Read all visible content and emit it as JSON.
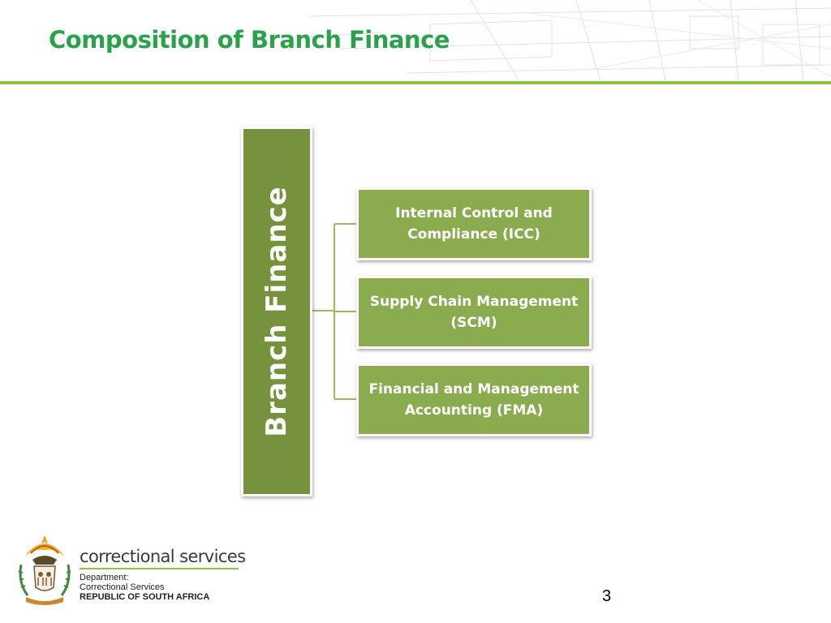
{
  "slide": {
    "title": "Composition of Branch Finance",
    "page_number": "3"
  },
  "diagram": {
    "root": {
      "label": "Branch Finance"
    },
    "children": [
      {
        "label": "Internal Control and Compliance (ICC)"
      },
      {
        "label": "Supply Chain Management (SCM)"
      },
      {
        "label": "Financial and Management Accounting (FMA)"
      }
    ]
  },
  "footer": {
    "brand_name": "correctional services",
    "department_label": "Department:",
    "department_name": "Correctional Services",
    "country": "REPUBLIC OF SOUTH AFRICA"
  },
  "colors": {
    "title": "#2aa24a",
    "accent_rule": "#8cc43e",
    "root_box": "#76923c",
    "child_box": "#8aac4f",
    "connector": "#9bbb59"
  },
  "icons": {
    "logo": "coat-of-arms-icon"
  }
}
